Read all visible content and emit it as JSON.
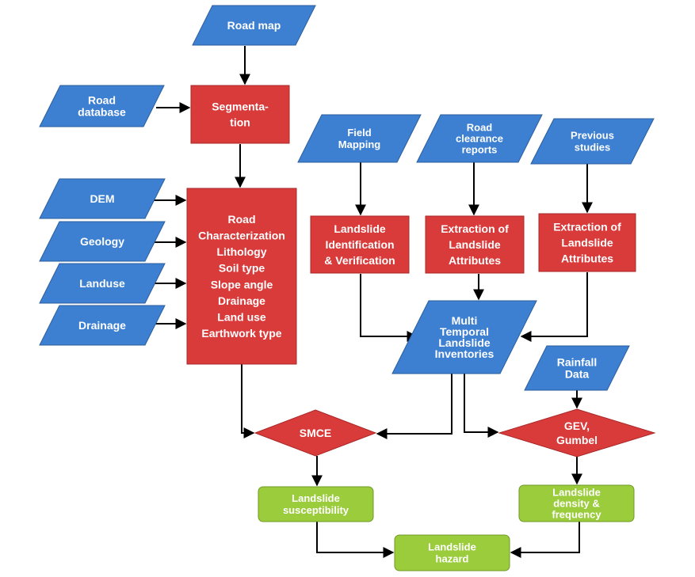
{
  "colors": {
    "input_fill": "#3d7fd0",
    "input_stroke": "#2a5e9e",
    "process_fill": "#d93a3a",
    "process_stroke": "#a82828",
    "output_fill": "#9bcc3c",
    "output_stroke": "#6f9a25",
    "arrow": "#000000"
  },
  "nodes": {
    "road_map": [
      "Road map"
    ],
    "road_database": [
      "Road",
      "database"
    ],
    "segmentation": [
      "Segmenta-",
      "tion"
    ],
    "dem": [
      "DEM"
    ],
    "geology": [
      "Geology"
    ],
    "landuse": [
      "Landuse"
    ],
    "drainage_in": [
      "Drainage"
    ],
    "road_char": [
      "Road",
      "Characterization",
      "Lithology",
      "Soil type",
      "Slope angle",
      "Drainage",
      "Land use",
      "Earthwork type"
    ],
    "field_mapping": [
      "Field",
      "Mapping"
    ],
    "road_clearance": [
      "Road",
      "clearance",
      "reports"
    ],
    "previous_studies": [
      "Previous",
      "studies"
    ],
    "landslide_id": [
      "Landslide",
      "Identification",
      "& Verification"
    ],
    "extraction_1": [
      "Extraction of",
      "Landslide",
      "Attributes"
    ],
    "extraction_2": [
      "Extraction of",
      "Landslide",
      "Attributes"
    ],
    "multi_temporal": [
      "Multi",
      "Temporal",
      "Landslide",
      "Inventories"
    ],
    "rainfall": [
      "Rainfall",
      "Data"
    ],
    "smce": [
      "SMCE"
    ],
    "gev": [
      "GEV,",
      "Gumbel"
    ],
    "susceptibility": [
      "Landslide",
      "susceptibility"
    ],
    "density": [
      "Landslide",
      "density &",
      "frequency"
    ],
    "hazard": [
      "Landslide",
      "hazard"
    ]
  }
}
